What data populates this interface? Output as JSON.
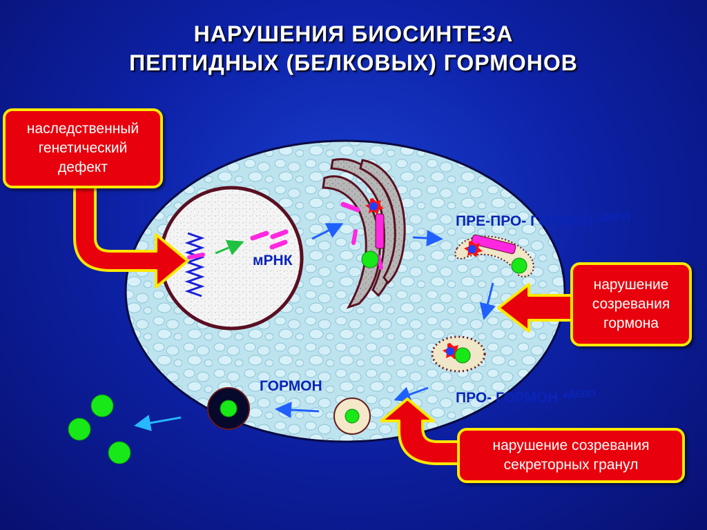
{
  "title": {
    "line1": "НАРУШЕНИЯ БИОСИНТЕЗА",
    "line2": "ПЕПТИДНЫХ (БЕЛКОВЫХ) ГОРМОНОВ"
  },
  "boxes": {
    "genetic": [
      "наследственный",
      "генетический",
      "дефект"
    ],
    "maturation": [
      "нарушение",
      "созревания",
      "гормона"
    ],
    "granules": [
      "нарушение созревания",
      "секреторных гранул"
    ]
  },
  "labels": {
    "mrna": "мРНК",
    "pre_pro_hormone": "ПРЕ-ПРО- ГОРМОН *",
    "pre_pro_depot": "ДЕПО",
    "pro_hormone": "ПРО- ГОРМОН *",
    "pro_depot": "ДЕПО",
    "hormone": "ГОРМОН"
  },
  "colors": {
    "background": "#0d22a8",
    "cytoplasm": "#bfe6f0",
    "nucleus": "#f2f2f2",
    "box_fill": "#e8000c",
    "box_border": "#ffe800",
    "label_text": "#0a24b8",
    "hormone_green": "#18e818",
    "mrna_magenta": "#ff28e0",
    "arrow_blue": "#2060ff"
  }
}
